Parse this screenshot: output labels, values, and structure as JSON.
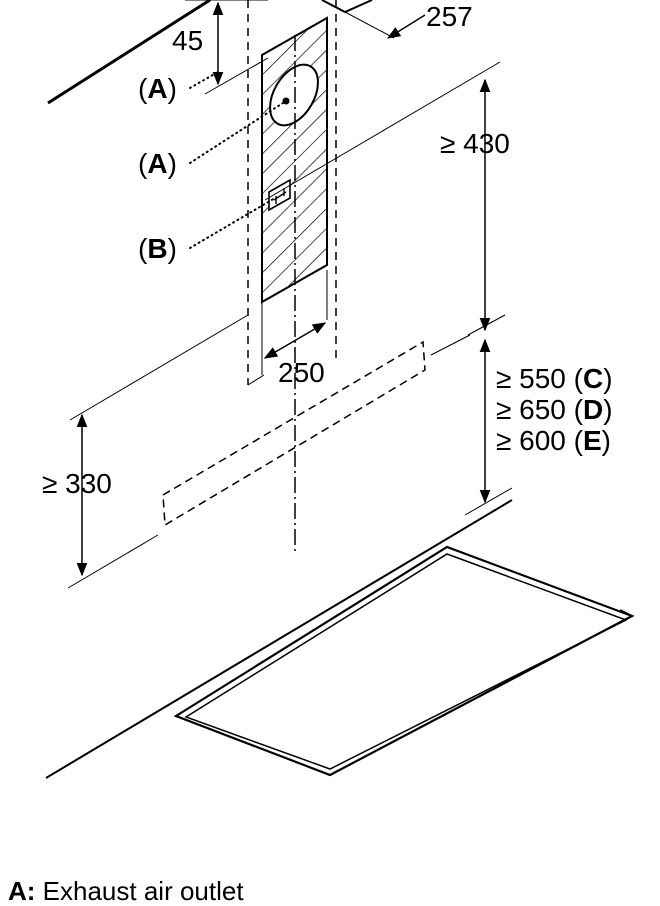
{
  "dimensions": {
    "d45": "45",
    "d257": "257",
    "d430": "≥ 430",
    "d250": "250",
    "d330": "≥ 330",
    "clear_c": "≥ 550",
    "clear_d": "≥ 650",
    "clear_e": "≥ 600"
  },
  "callouts": {
    "a_letter": "A",
    "b_letter": "B",
    "c_letter": "C",
    "d_letter": "D",
    "e_letter": "E"
  },
  "legend": {
    "a_key": "A:",
    "a_text": "Exhaust air outlet"
  }
}
